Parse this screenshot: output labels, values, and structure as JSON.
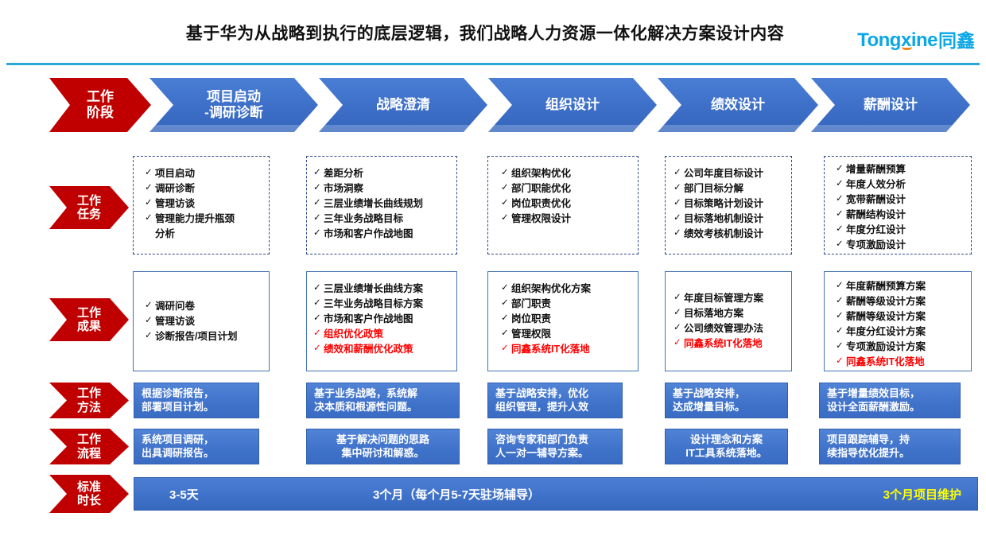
{
  "header": {
    "title": "基于华为从战略到执行的底层逻辑，我们战略人力资源一体化解决方案设计内容",
    "logo_latin": "Tongxine",
    "logo_cjk": "同鑫",
    "accent_color": "#0aa7e6",
    "rule_color": "#2aa8d8"
  },
  "row_labels": {
    "stage": "工作\n阶段",
    "stage_line1": "工作",
    "stage_line2": "阶段",
    "task_line1": "工作",
    "task_line2": "任务",
    "result_line1": "工作",
    "result_line2": "成果",
    "method_line1": "工作",
    "method_line2": "方法",
    "process_line1": "工作",
    "process_line2": "流程",
    "duration_line1": "标准",
    "duration_line2": "时长"
  },
  "stages": [
    {
      "name": "项目启动\n-调研诊断",
      "line1": "项目启动",
      "line2": "-调研诊断"
    },
    {
      "name": "战略澄清",
      "line1": "战略澄清",
      "line2": ""
    },
    {
      "name": "组织设计",
      "line1": "组织设计",
      "line2": ""
    },
    {
      "name": "绩效设计",
      "line1": "绩效设计",
      "line2": ""
    },
    {
      "name": "薪酬设计",
      "line1": "薪酬设计",
      "line2": ""
    }
  ],
  "tasks": [
    {
      "items": [
        "项目启动",
        "调研诊断",
        "管理访谈",
        "管理能力提升瓶颈"
      ],
      "continuation": "分析"
    },
    {
      "items": [
        "差距分析",
        "市场洞察",
        "三层业绩增长曲线规划",
        "三年业务战略目标",
        "市场和客户作战地图"
      ],
      "continuation": ""
    },
    {
      "items": [
        "组织架构优化",
        "部门职能优化",
        "岗位职责优化",
        "管理权限设计"
      ],
      "continuation": ""
    },
    {
      "items": [
        "公司年度目标设计",
        "部门目标分解",
        "目标策略计划设计",
        "目标落地机制设计",
        "绩效考核机制设计"
      ],
      "continuation": ""
    },
    {
      "items": [
        "增量薪酬预算",
        "年度人效分析",
        "宽带薪酬设计",
        "薪酬结构设计",
        "年度分红设计",
        "专项激励设计"
      ],
      "continuation": ""
    }
  ],
  "results": [
    {
      "items": [
        {
          "text": "调研问卷",
          "highlight": false
        },
        {
          "text": "管理访谈",
          "highlight": false
        },
        {
          "text": "诊断报告/项目计划",
          "highlight": false
        }
      ]
    },
    {
      "items": [
        {
          "text": "三层业绩增长曲线方案",
          "highlight": false
        },
        {
          "text": "三年业务战略目标方案",
          "highlight": false
        },
        {
          "text": "市场和客户作战地图",
          "highlight": false
        },
        {
          "text": "组织优化政策",
          "highlight": true
        },
        {
          "text": "绩效和薪酬优化政策",
          "highlight": true
        }
      ]
    },
    {
      "items": [
        {
          "text": "组织架构优化方案",
          "highlight": false
        },
        {
          "text": "部门职责",
          "highlight": false
        },
        {
          "text": "岗位职责",
          "highlight": false
        },
        {
          "text": "管理权限",
          "highlight": false
        },
        {
          "text": "同鑫系统IT化落地",
          "highlight": true
        }
      ]
    },
    {
      "items": [
        {
          "text": "年度目标管理方案",
          "highlight": false
        },
        {
          "text": "目标落地方案",
          "highlight": false
        },
        {
          "text": "公司绩效管理办法",
          "highlight": false
        },
        {
          "text": "同鑫系统IT化落地",
          "highlight": true
        }
      ]
    },
    {
      "items": [
        {
          "text": "年度薪酬预算方案",
          "highlight": false
        },
        {
          "text": "薪酬等级设计方案",
          "highlight": false
        },
        {
          "text": "薪酬等级设计方案",
          "highlight": false
        },
        {
          "text": "年度分红设计方案",
          "highlight": false
        },
        {
          "text": "专项激励设计方案",
          "highlight": false
        },
        {
          "text": "同鑫系统IT化落地",
          "highlight": true
        }
      ]
    }
  ],
  "methods": [
    {
      "line1": "根据诊断报告，",
      "line2": "部署项目计划。",
      "align": "left"
    },
    {
      "line1": "基于业务战略，系统解",
      "line2": "决本质和根源性问题。",
      "align": "left"
    },
    {
      "line1": "基于战略安排，优化",
      "line2": "组织管理，提升人效",
      "align": "left"
    },
    {
      "line1": "基于战略安排，",
      "line2": "达成增量目标。",
      "align": "left"
    },
    {
      "line1": "基于增量绩效目标，",
      "line2": "设计全面薪酬激励。",
      "align": "left"
    }
  ],
  "processes": [
    {
      "line1": "系统项目调研，",
      "line2": "出具调研报告。",
      "align": "left"
    },
    {
      "line1": "基于解决问题的思路",
      "line2": "集中研讨和解惑。",
      "align": "center"
    },
    {
      "line1": "咨询专家和部门负责",
      "line2": "人一对一辅导方案。",
      "align": "left"
    },
    {
      "line1": "设计理念和方案",
      "line2": "IT工具系统落地。",
      "align": "center"
    },
    {
      "line1": "项目跟踪辅导，持",
      "line2": "续指导优化提升。",
      "align": "left"
    }
  ],
  "duration": {
    "first": "3-5天",
    "middle": "3个月（每个月5-7天驻场辅导）",
    "last": "3个月项目维护",
    "last_color": "#ffff00"
  },
  "icons": {
    "check": "✓"
  }
}
